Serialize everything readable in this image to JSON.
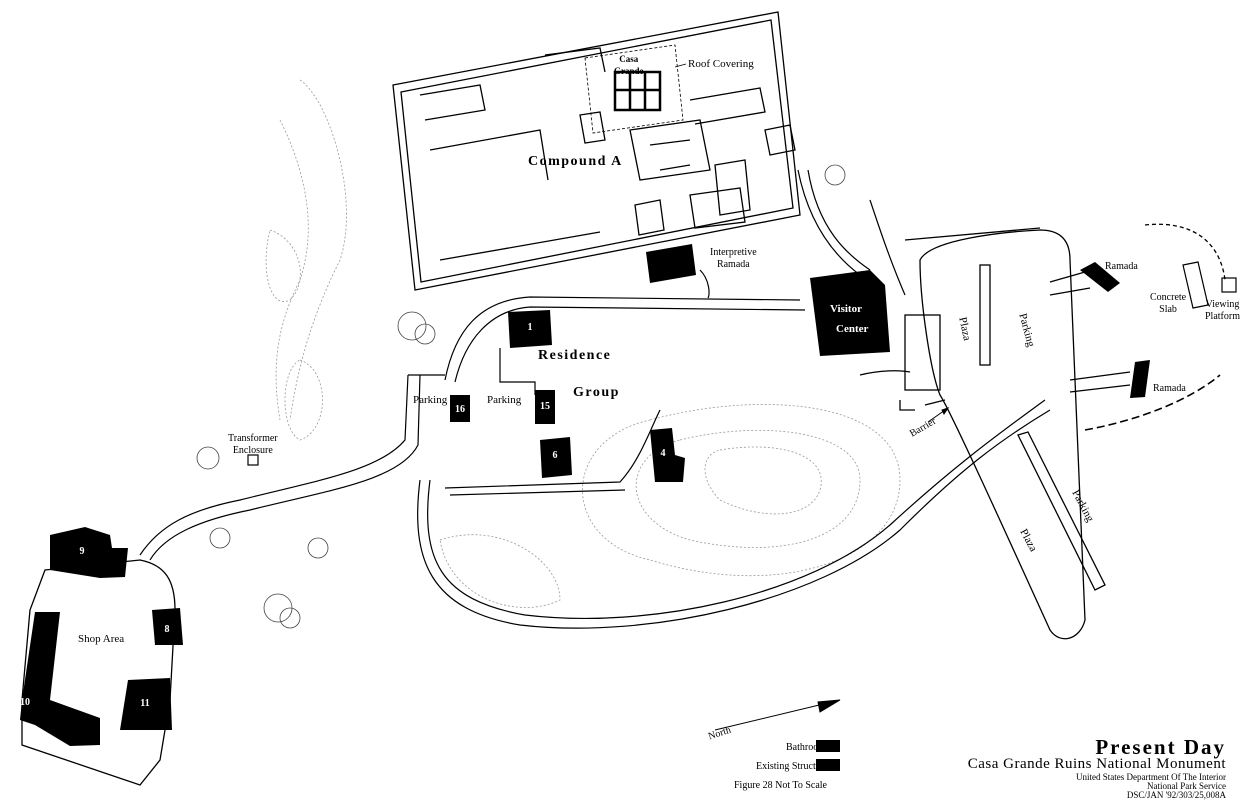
{
  "labels": {
    "casa_grande": "Casa\nGrande",
    "roof_covering": "Roof Covering",
    "compound_a": "Compound  A",
    "interpretive_ramada": "Interpretive\nRamada",
    "residence": "Residence",
    "group": "Group",
    "visitor": "Visitor",
    "center": "Center",
    "parking_16": "Parking",
    "parking_15": "Parking",
    "parking_lot_top": "Parking",
    "parking_lot_bottom": "Parking",
    "plaza_top": "Plaza",
    "plaza_bottom": "Plaza",
    "barrier": "Barrier",
    "ramada_top": "Ramada",
    "ramada_bottom": "Ramada",
    "concrete_slab": "Concrete\nSlab",
    "viewing_platform": "Viewing\nPlatform",
    "transformer": "Transformer\nEnclosure",
    "shop_area": "Shop  Area"
  },
  "buildings": {
    "b1": "1",
    "b4": "4",
    "b6": "6",
    "b8": "8",
    "b9": "9",
    "b10": "10",
    "b11": "11",
    "b15": "15",
    "b16": "16"
  },
  "legend": {
    "north": "North",
    "bathrooms": "Bathrooms",
    "existing_structure": "Existing  Structure",
    "figure_note": "Figure  28  Not  To  Scale"
  },
  "title": {
    "main": "Present   Day",
    "subtitle": "Casa Grande Ruins National Monument",
    "department": "United States Department Of The Interior",
    "agency": "National Park Service",
    "code": "DSC/JAN '92/303/25,008A"
  }
}
